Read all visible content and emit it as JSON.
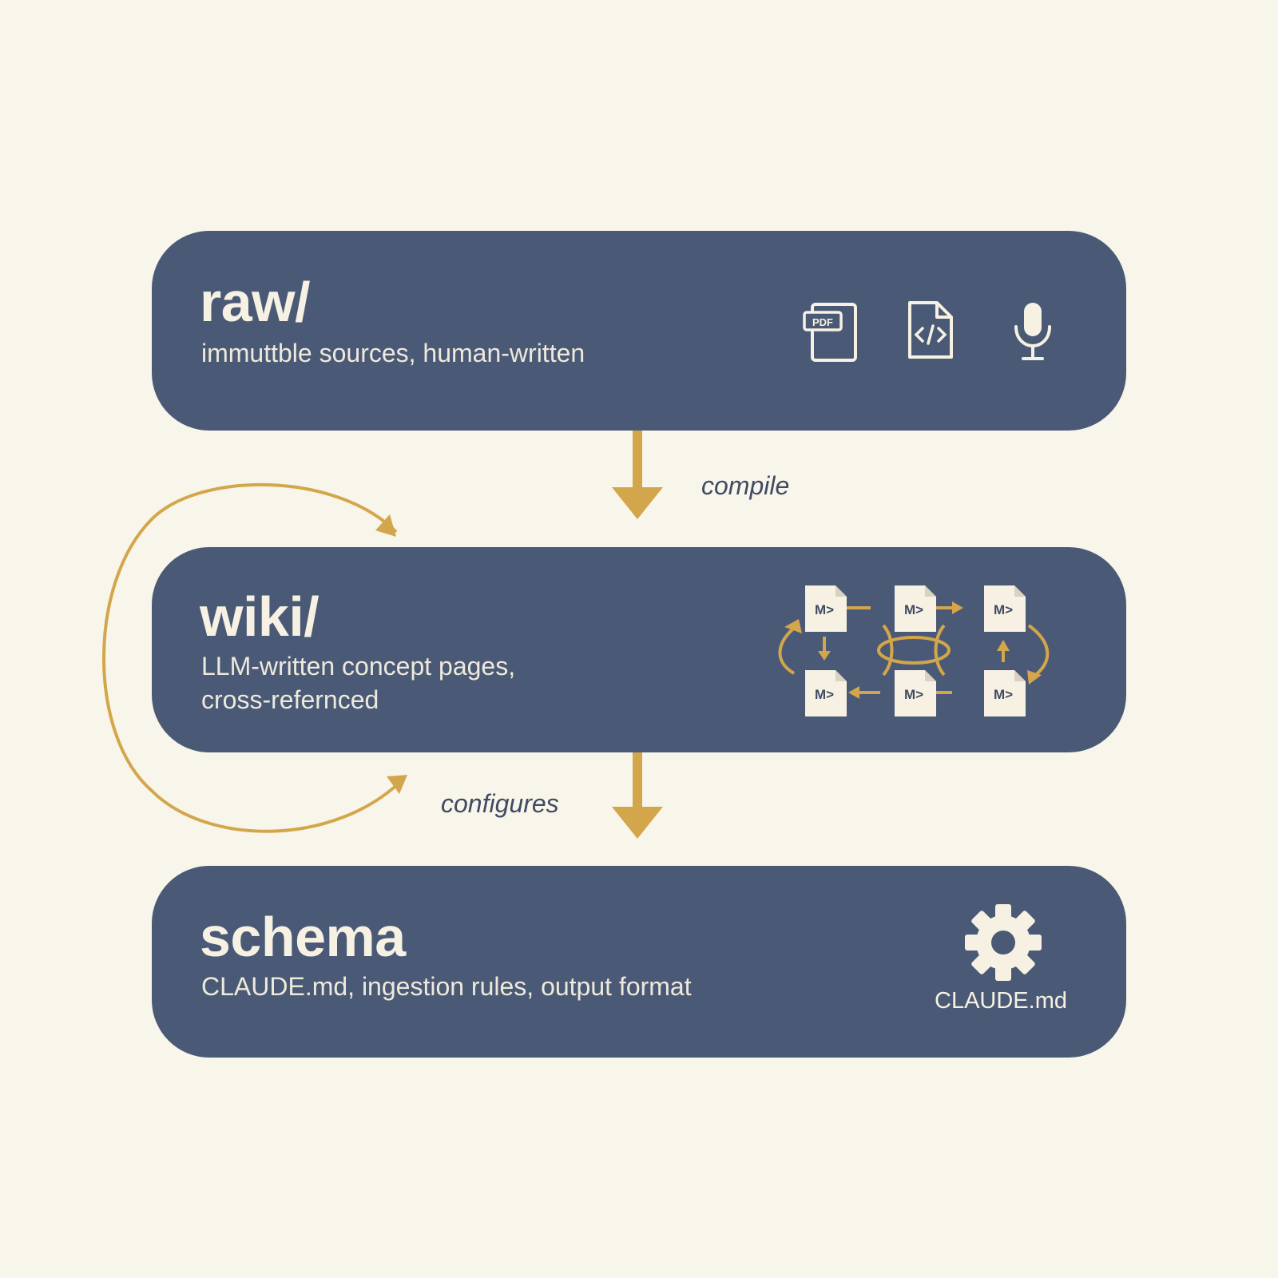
{
  "layers": {
    "raw": {
      "title": "raw/",
      "description": "immuttble sources, human-written"
    },
    "wiki": {
      "title": "wiki/",
      "description_line1": "LLM-written concept pages,",
      "description_line2": "cross-refernced"
    },
    "schema": {
      "title": "schema",
      "description": "CLAUDE.md, ingestion rules, output format",
      "icon_label": "CLAUDE.md"
    }
  },
  "edges": {
    "compile": "compile",
    "configures": "configures"
  },
  "icons": {
    "raw": [
      "pdf-file-icon",
      "code-file-icon",
      "microphone-icon"
    ],
    "wiki": "markdown-pages-network-icon",
    "schema": "gear-icon",
    "pdf_text": "PDF",
    "md_text": "M>"
  },
  "colors": {
    "background": "#f8f5ea",
    "layer_fill": "#4a5a76",
    "accent": "#d4a64b",
    "text_light": "#f7f1e3"
  }
}
